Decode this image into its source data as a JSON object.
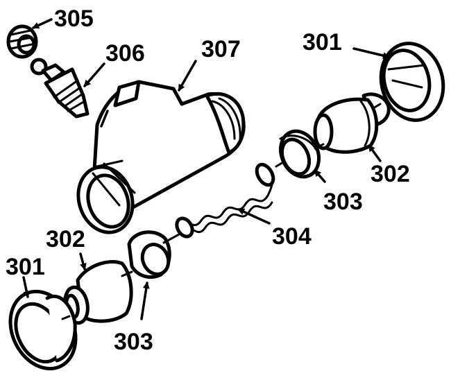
{
  "callouts": {
    "dust_boot_right": "301",
    "piston_right": "302",
    "cup_right": "303",
    "spring": "304",
    "bleeder_cap": "305",
    "bleeder_screw": "306",
    "cylinder_body": "307",
    "piston_left": "302",
    "dust_boot_left": "301",
    "cup_left": "303"
  },
  "colors": {
    "ink": "#000000",
    "paper": "#ffffff"
  }
}
